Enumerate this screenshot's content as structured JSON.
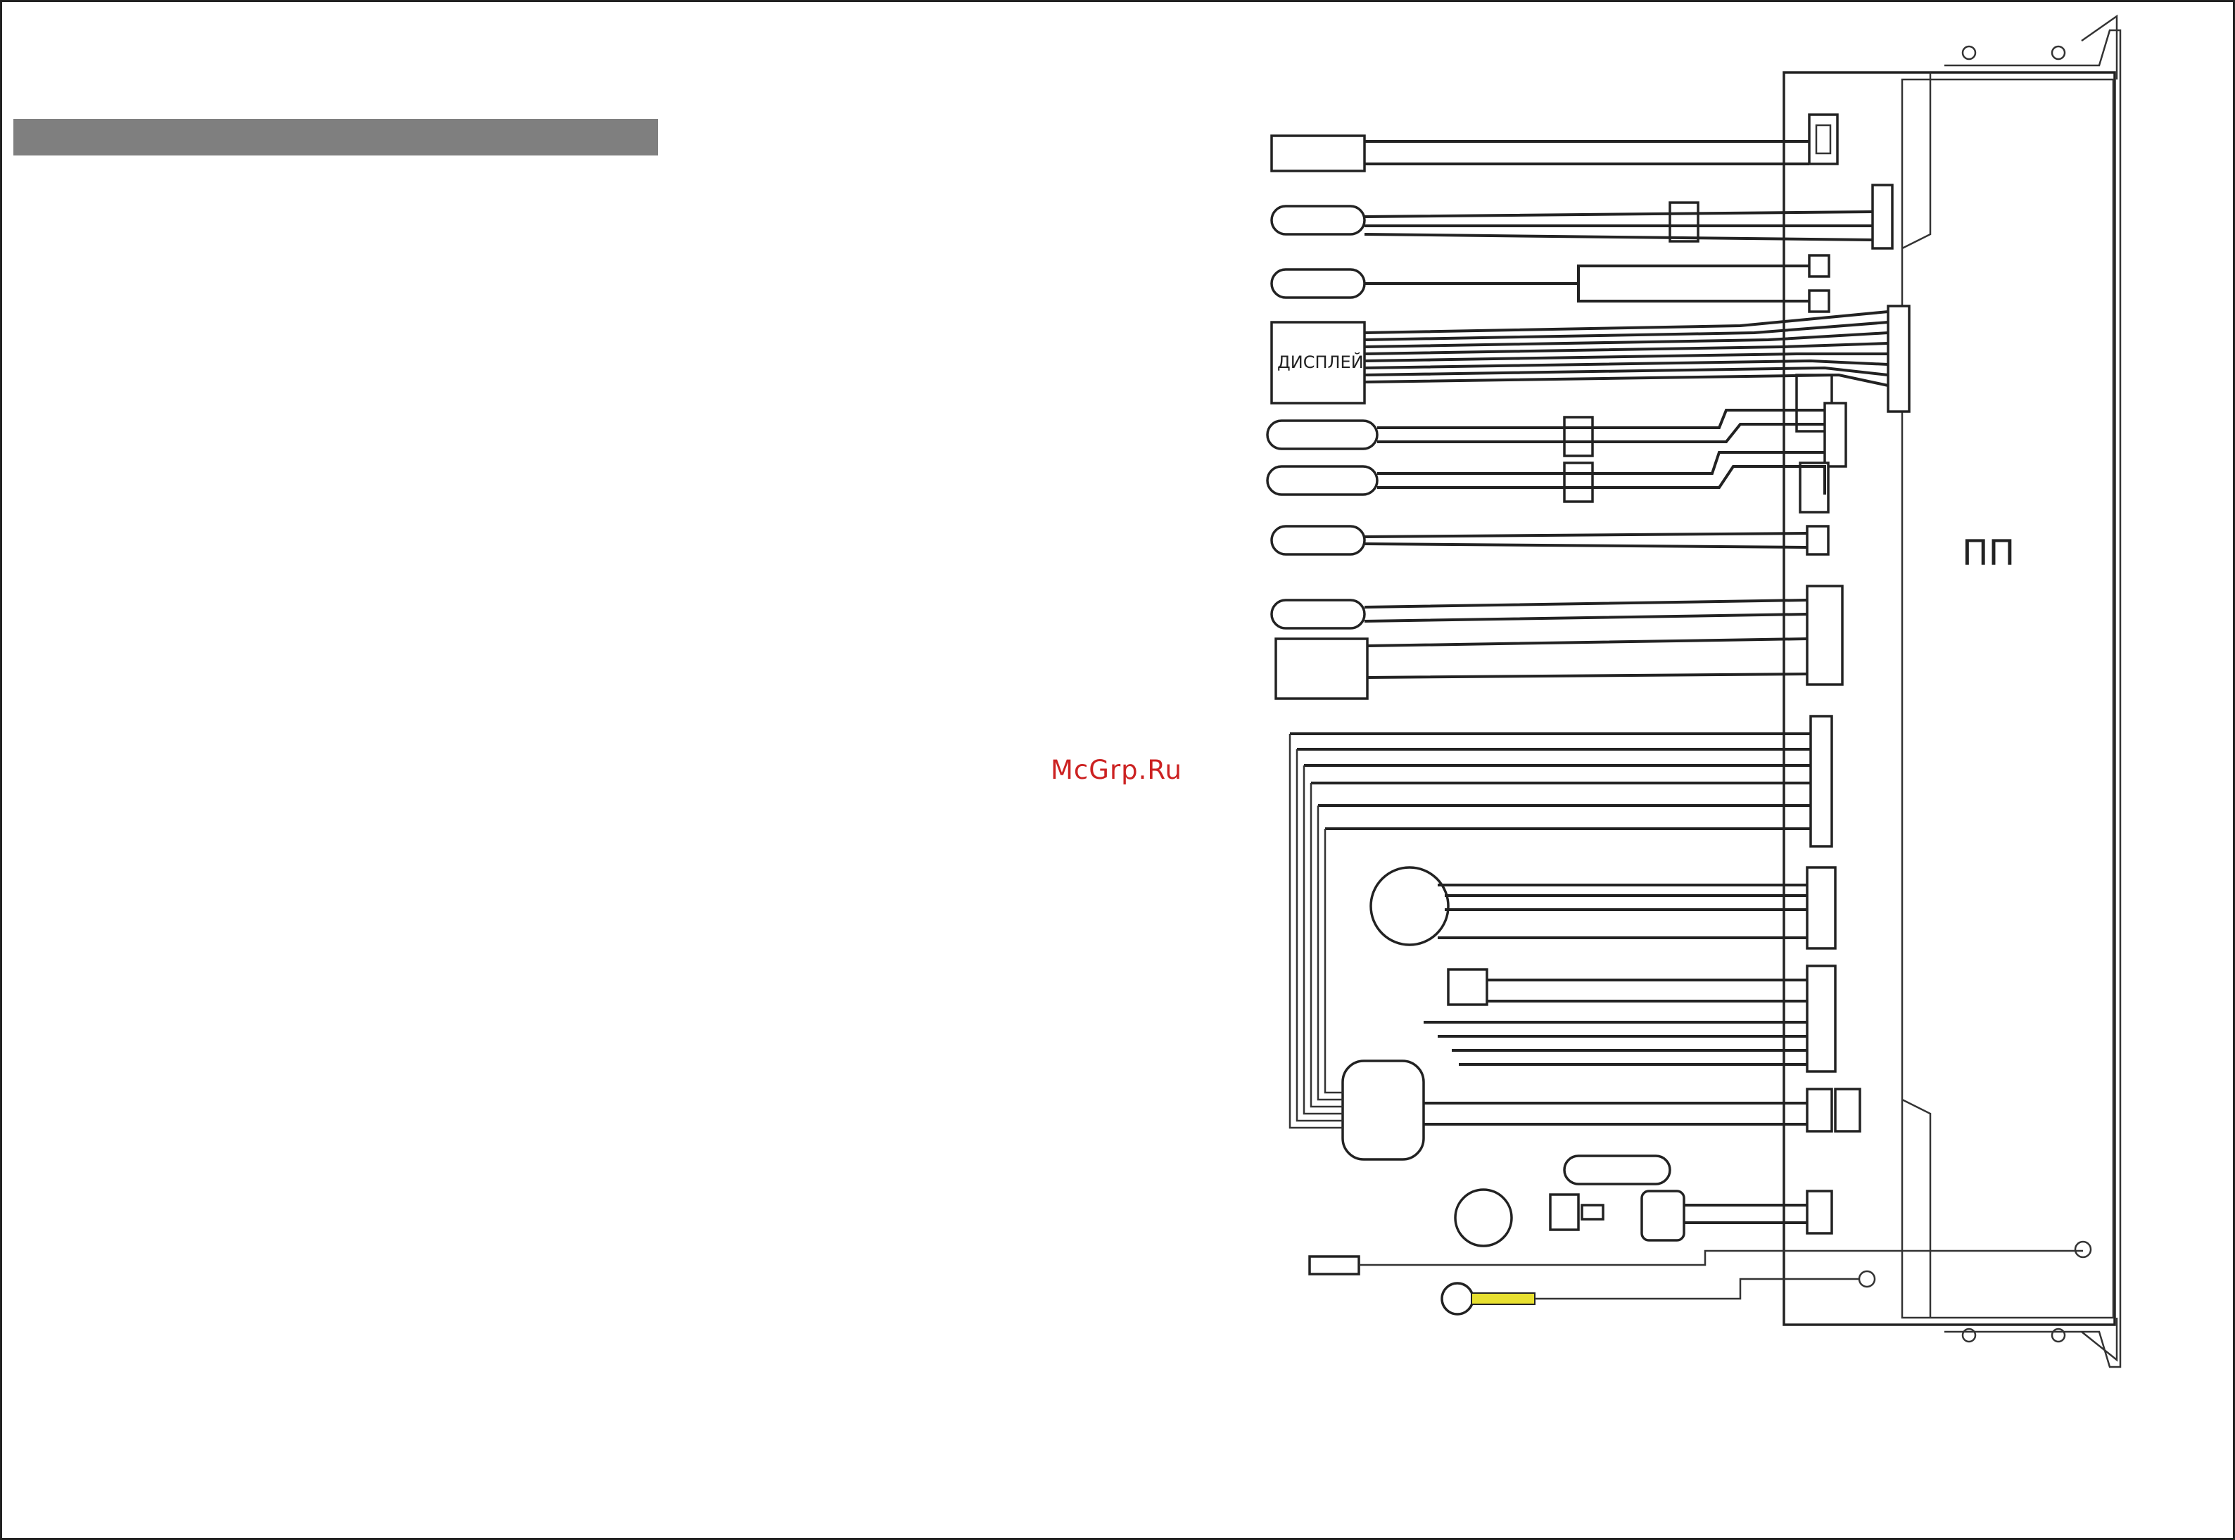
{
  "watermark": "McGrp.Ru",
  "pcb_label": "ПП",
  "display_label": "ДИСПЛЕЙ",
  "colors": {
    "header_bar": "#7f7f7f",
    "watermark": "#cc2222",
    "line": "#222222",
    "ground_wire": "#e8e030"
  }
}
